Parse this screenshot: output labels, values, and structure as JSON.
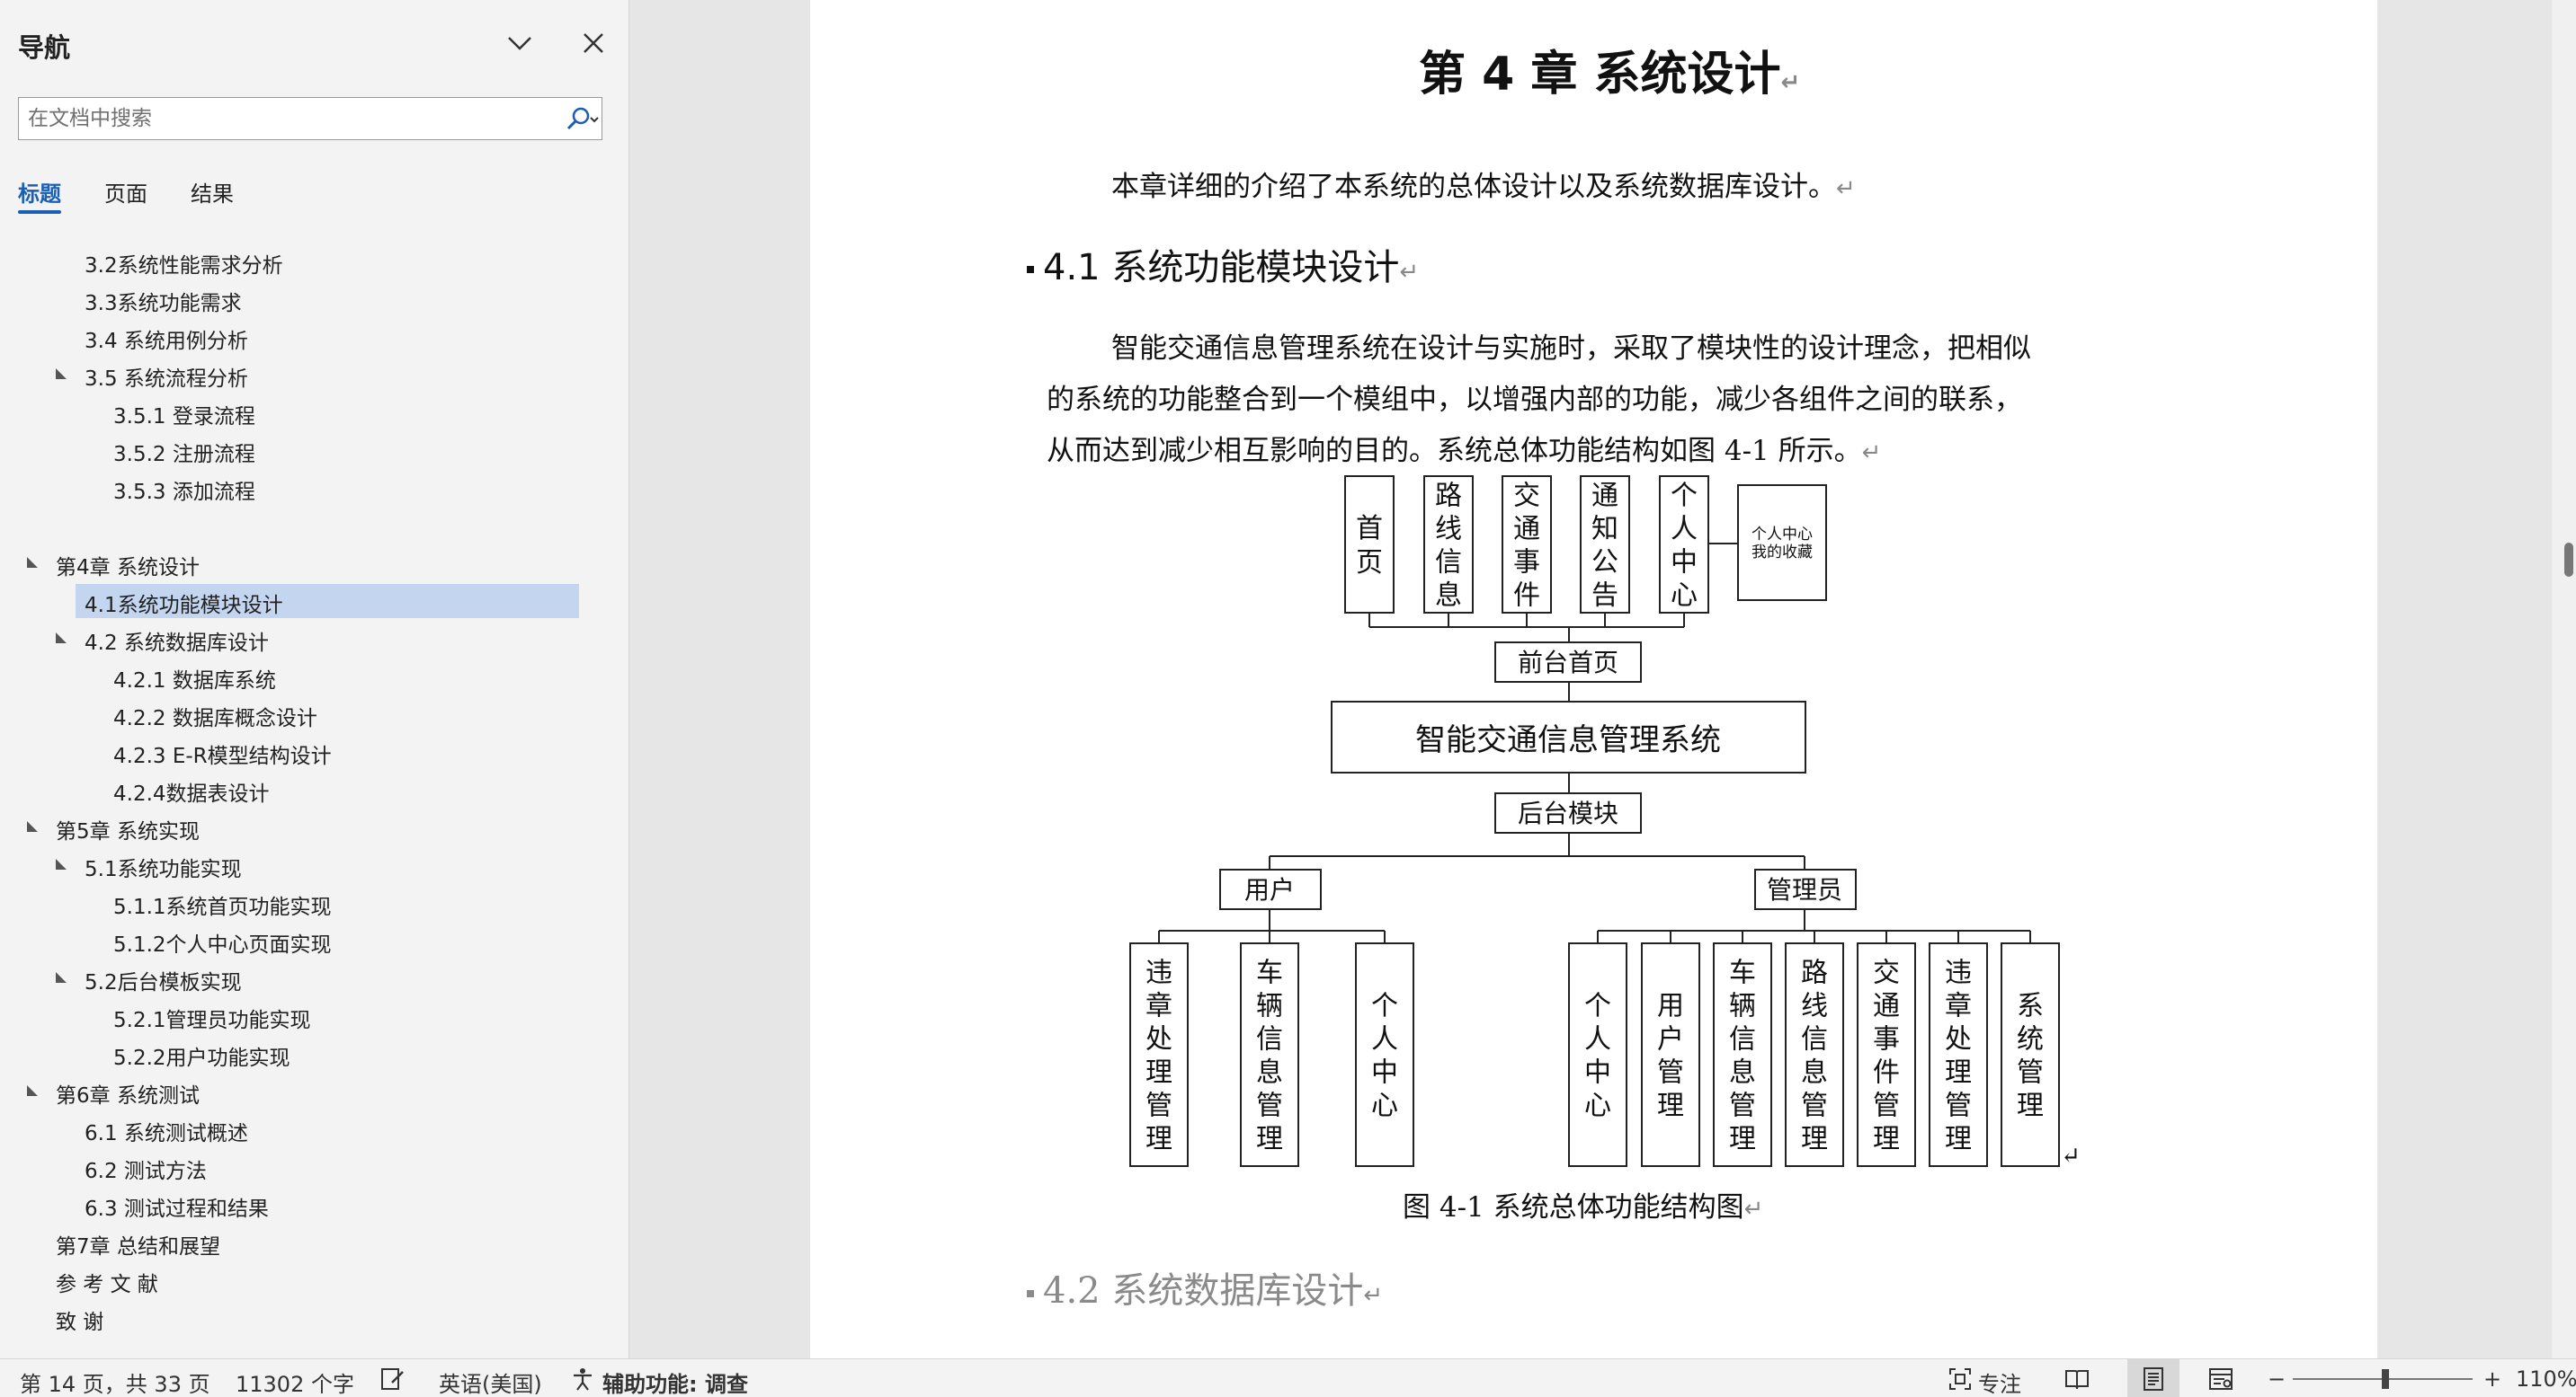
{
  "nav": {
    "title": "导航",
    "search_placeholder": "在文档中搜索",
    "tabs": [
      "标题",
      "页面",
      "结果"
    ],
    "tree": [
      {
        "label": "3.2系统性能需求分析",
        "level": 2,
        "expanded": null,
        "selected": false
      },
      {
        "label": "3.3系统功能需求",
        "level": 2,
        "expanded": null,
        "selected": false
      },
      {
        "label": "3.4 系统用例分析",
        "level": 2,
        "expanded": null,
        "selected": false
      },
      {
        "label": "3.5 系统流程分析",
        "level": 2,
        "expanded": true,
        "selected": false
      },
      {
        "label": "3.5.1 登录流程",
        "level": 3,
        "expanded": null,
        "selected": false
      },
      {
        "label": "3.5.2 注册流程",
        "level": 3,
        "expanded": null,
        "selected": false
      },
      {
        "label": "3.5.3 添加流程",
        "level": 3,
        "expanded": null,
        "selected": false
      },
      {
        "label": "",
        "level": 0,
        "expanded": null,
        "selected": false
      },
      {
        "label": "第4章 系统设计",
        "level": 1,
        "expanded": true,
        "selected": false
      },
      {
        "label": "4.1系统功能模块设计",
        "level": 2,
        "expanded": null,
        "selected": true
      },
      {
        "label": "4.2 系统数据库设计",
        "level": 2,
        "expanded": true,
        "selected": false
      },
      {
        "label": "4.2.1 数据库系统",
        "level": 3,
        "expanded": null,
        "selected": false
      },
      {
        "label": "4.2.2 数据库概念设计",
        "level": 3,
        "expanded": null,
        "selected": false
      },
      {
        "label": "4.2.3 E-R模型结构设计",
        "level": 3,
        "expanded": null,
        "selected": false
      },
      {
        "label": "4.2.4数据表设计",
        "level": 3,
        "expanded": null,
        "selected": false
      },
      {
        "label": "第5章 系统实现",
        "level": 1,
        "expanded": true,
        "selected": false
      },
      {
        "label": "5.1系统功能实现",
        "level": 2,
        "expanded": true,
        "selected": false
      },
      {
        "label": "5.1.1系统首页功能实现",
        "level": 3,
        "expanded": null,
        "selected": false
      },
      {
        "label": "5.1.2个人中心页面实现",
        "level": 3,
        "expanded": null,
        "selected": false
      },
      {
        "label": "5.2后台模板实现",
        "level": 2,
        "expanded": true,
        "selected": false
      },
      {
        "label": "5.2.1管理员功能实现",
        "level": 3,
        "expanded": null,
        "selected": false
      },
      {
        "label": "5.2.2用户功能实现",
        "level": 3,
        "expanded": null,
        "selected": false
      },
      {
        "label": "第6章  系统测试",
        "level": 1,
        "expanded": true,
        "selected": false
      },
      {
        "label": "6.1 系统测试概述",
        "level": 2,
        "expanded": null,
        "selected": false
      },
      {
        "label": "6.2 测试方法",
        "level": 2,
        "expanded": null,
        "selected": false
      },
      {
        "label": "6.3 测试过程和结果",
        "level": 2,
        "expanded": null,
        "selected": false
      },
      {
        "label": "第7章 总结和展望",
        "level": 1,
        "expanded": null,
        "selected": false
      },
      {
        "label": "参 考 文 献",
        "level": 1,
        "expanded": null,
        "selected": false
      },
      {
        "label": "致  谢",
        "level": 1,
        "expanded": null,
        "selected": false
      }
    ]
  },
  "document": {
    "chapter_title": "第 4 章  系统设计",
    "intro": "本章详细的介绍了本系统的总体设计以及系统数据库设计。",
    "h41": "4.1 系统功能模块设计",
    "para_lines": [
      "智能交通信息管理系统在设计与实施时，采取了模块性的设计理念，把相似",
      "的系统的功能整合到一个模组中，以增强内部的功能，减少各组件之间的联系，",
      "从而达到减少相互影响的目的。系统总体功能结构如图 4-1 所示。"
    ],
    "caption": "图 4-1  系统总体功能结构图",
    "h42": "4.2  系统数据库设计",
    "paragraph_mark": "↵"
  },
  "diagram": {
    "front_modules": [
      "首页",
      "路线信息",
      "交通事件",
      "通知公告",
      "个人中心"
    ],
    "personal_center_sub": [
      "个人中心",
      "我的收藏"
    ],
    "front_home": "前台首页",
    "system": "智能交通信息管理系统",
    "backend": "后台模块",
    "user": "用户",
    "admin": "管理员",
    "user_modules": [
      "违章处理管理",
      "车辆信息管理",
      "个人中心"
    ],
    "admin_modules": [
      "个人中心",
      "用户管理",
      "车辆信息管理",
      "路线信息管理",
      "交通事件管理",
      "违章处理管理",
      "系统管理"
    ]
  },
  "status": {
    "page": "第 14 页，共 33 页",
    "words": "11302 个字",
    "language": "英语(美国)",
    "accessibility": "辅助功能: 调查",
    "focus": "专注",
    "zoom_minus": "−",
    "zoom_plus": "+",
    "zoom": "110%",
    "zoom_value": 110
  }
}
